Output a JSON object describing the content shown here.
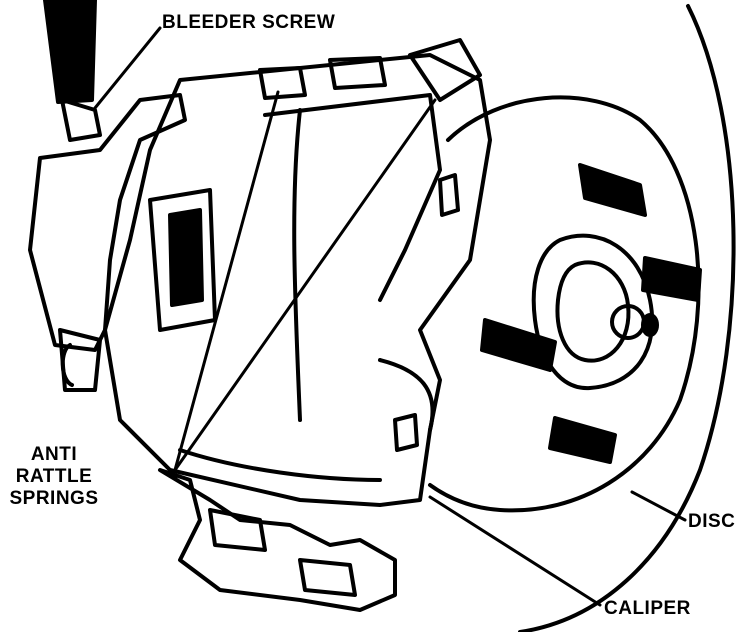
{
  "labels": {
    "bleeder_screw": "BLEEDER SCREW",
    "anti_rattle_springs_line1": "ANTI",
    "anti_rattle_springs_line2": "RATTLE",
    "anti_rattle_springs_line3": "SPRINGS",
    "disc": "DISC",
    "caliper": "CALIPER"
  },
  "colors": {
    "ink": "#000000",
    "paper": "#ffffff"
  }
}
